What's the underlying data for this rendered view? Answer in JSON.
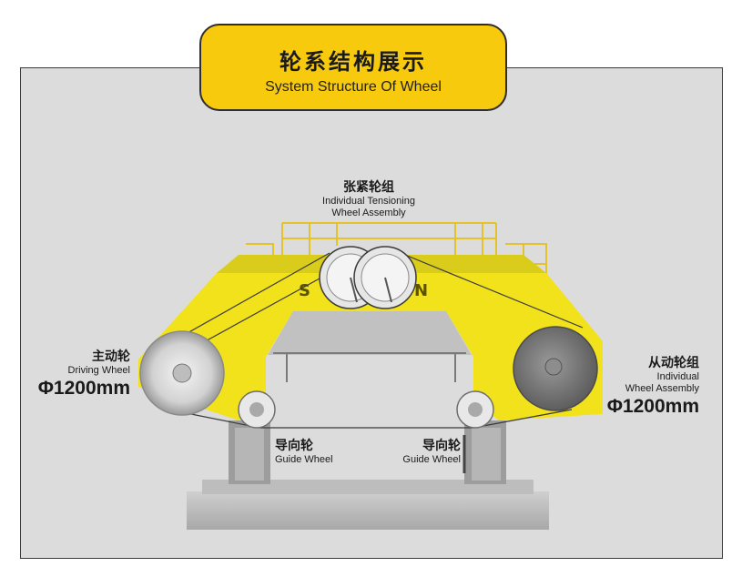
{
  "header": {
    "title_cn": "轮系结构展示",
    "title_en": "System Structure Of Wheel"
  },
  "labels": {
    "tensioning": {
      "cn": "张紧轮组",
      "en_line1": "Individual Tensioning",
      "en_line2": "Wheel Assembly"
    },
    "driving": {
      "cn": "主动轮",
      "en": "Driving Wheel",
      "diameter": "Φ1200mm"
    },
    "individual": {
      "cn": "从动轮组",
      "en_line1": "Individual",
      "en_line2": "Wheel Assembly",
      "diameter": "Φ1200mm"
    },
    "guide_left": {
      "cn": "导向轮",
      "en": "Guide Wheel"
    },
    "guide_right": {
      "cn": "导向轮",
      "en": "Guide Wheel"
    }
  },
  "colors": {
    "accent": "#f8ca0e",
    "frame_yellow": "#f2e21c",
    "panel_bg": "#dcdcdc"
  }
}
